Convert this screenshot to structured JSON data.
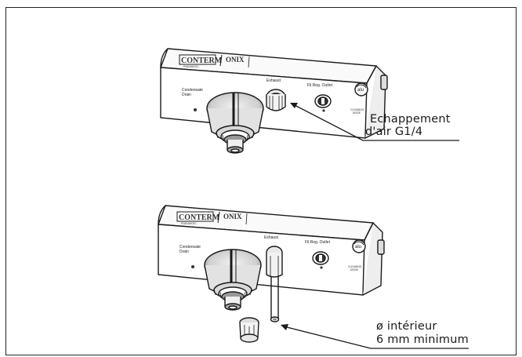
{
  "top": {
    "callout_line1": "Echappement",
    "callout_line2": "d'air G1/4"
  },
  "bottom": {
    "callout_line1": "ø intérieur",
    "callout_line2": "6 mm minimum"
  },
  "device": {
    "brand": "CONTERM",
    "brand_sub": "PNEUMATIC",
    "model": "ONIX",
    "port_drain": "Condensate Drain",
    "port_exhaust": "Exhaust",
    "port_outlet": "Fil.Reg. Outlet",
    "button_label": "alu",
    "button_caption": "CLEANING MODE"
  }
}
